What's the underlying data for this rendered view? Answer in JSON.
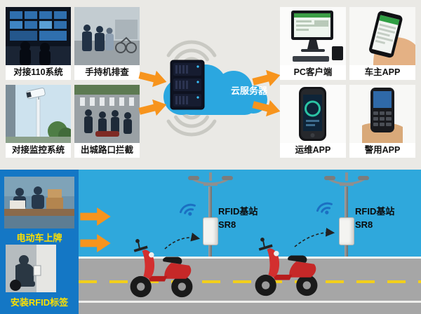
{
  "colors": {
    "top_bg": "#eae9e5",
    "bottom_bg": "#2fa8dc",
    "left_panel_bg": "#1477c5",
    "accent_orange": "#f7941d",
    "cloud_blue": "#2ba7e0",
    "label_yellow": "#ffe000",
    "road_gray": "#a6a6a6",
    "scooter_red": "#d32f2f"
  },
  "top": {
    "left_items": [
      {
        "label": "对接110系统",
        "photo": "control-room"
      },
      {
        "label": "手持机排查",
        "photo": "handheld-inspection"
      },
      {
        "label": "对接监控系统",
        "photo": "surveillance-camera"
      },
      {
        "label": "出城路口拦截",
        "photo": "road-interception"
      }
    ],
    "cloud": {
      "label": "云服务器"
    },
    "right_items": [
      {
        "label": "PC客户端",
        "photo": "pc-client"
      },
      {
        "label": "车主APP",
        "photo": "owner-app"
      },
      {
        "label": "运维APP",
        "photo": "ops-app"
      },
      {
        "label": "警用APP",
        "photo": "police-app"
      }
    ]
  },
  "bottom": {
    "left_items": [
      {
        "label": "电动车上牌",
        "photo": "ebike-registration"
      },
      {
        "label": "安装RFID标签",
        "photo": "rfid-tag-install"
      }
    ],
    "stations": [
      {
        "line1": "RFID基站",
        "line2": "SR8"
      },
      {
        "line1": "RFID基站",
        "line2": "SR8"
      }
    ]
  }
}
